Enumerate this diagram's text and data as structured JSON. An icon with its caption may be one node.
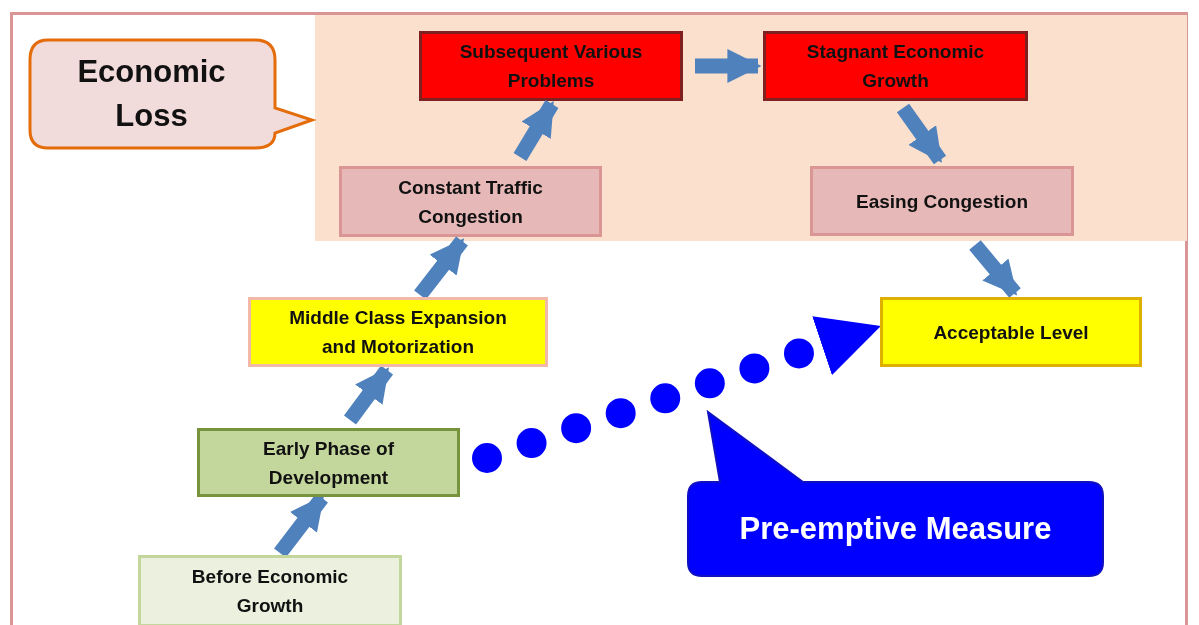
{
  "diagram": {
    "nodes": [
      {
        "text": [
          "Economic Loss"
        ]
      },
      {
        "text": [],
        "shape": "box"
      },
      {
        "text": [
          "Subsequent Various Problems"
        ],
        "in": 1
      },
      {
        "text": [
          "Stagnant Economic Growth"
        ],
        "in": 1
      },
      {
        "text": [
          "Constant Traffic Congestion"
        ],
        "in": 1
      },
      {
        "text": [
          "Easing Congestion"
        ],
        "in": 1
      },
      {
        "text": [
          "Middle Class Expansion and Motorization"
        ]
      },
      {
        "text": [
          "Acceptable Level"
        ]
      },
      {
        "text": [
          "Early Phase of Development"
        ]
      },
      {
        "text": [
          "Pre-emptive Measure"
        ]
      },
      {
        "text": [
          "Before Economic Growth"
        ]
      }
    ],
    "edges": [
      {
        "from": 10,
        "to": 8,
        "arrow": "to"
      },
      {
        "from": 8,
        "to": 6,
        "arrow": "to"
      },
      {
        "from": 6,
        "to": 4,
        "arrow": "to"
      },
      {
        "from": 4,
        "to": 2,
        "arrow": "to"
      },
      {
        "from": 2,
        "to": 3,
        "arrow": "to"
      },
      {
        "from": 3,
        "to": 5,
        "arrow": "to"
      },
      {
        "from": 5,
        "to": 7,
        "arrow": "to"
      },
      {
        "from": 8,
        "to": 7,
        "arrow": "to",
        "style": "dashed",
        "color": "#0000ff"
      }
    ]
  }
}
